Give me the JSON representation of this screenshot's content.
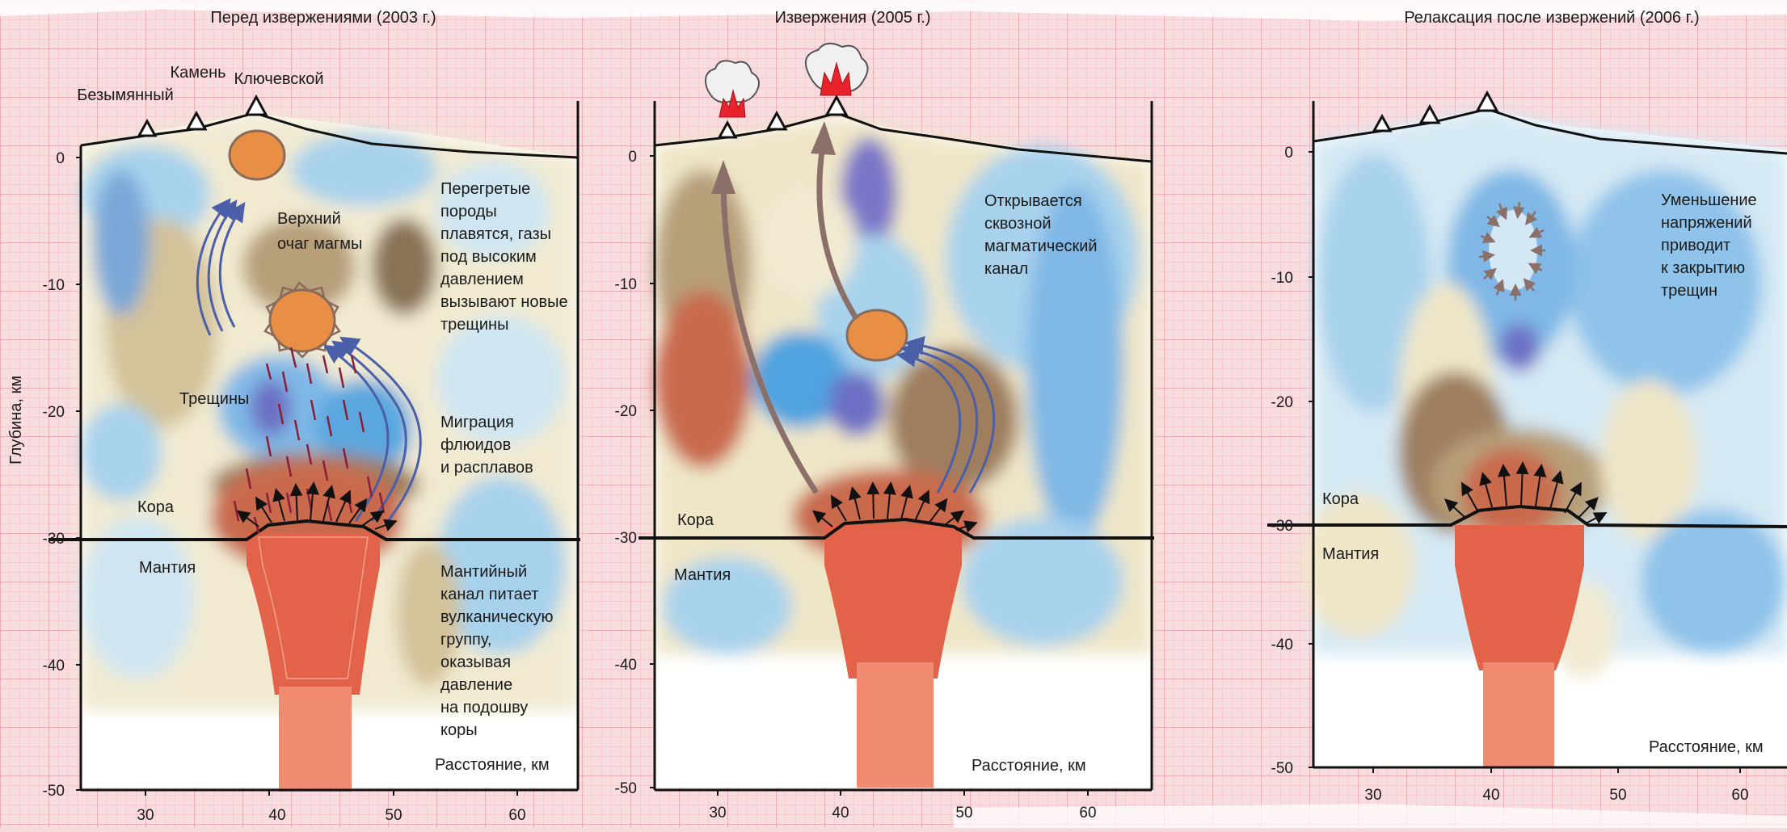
{
  "axis_title": "Глубина, км",
  "panels": [
    {
      "title": "Перед извержениями (2003 г.)",
      "volcanoes": [
        "Безымянный",
        "Камень",
        "Ключевской"
      ],
      "depth_ticks": [
        "0",
        "-10",
        "-20",
        "-30",
        "-40",
        "-50"
      ],
      "distance_ticks": [
        "30",
        "40",
        "50",
        "60"
      ],
      "distance_label": "Расстояние, км",
      "labels": {
        "upper_chamber": [
          "Верхний",
          "очаг магмы"
        ],
        "cracks": "Трещины",
        "crust": "Кора",
        "mantle": "Мантия",
        "superheated": [
          "Перегретые",
          "породы",
          "плавятся, газы",
          "под высоким",
          "давлением",
          "вызывают новые",
          "трещины"
        ],
        "migration": [
          "Миграция",
          "флюидов",
          "и расплавов"
        ],
        "mantle_channel": [
          "Мантийный",
          "канал питает",
          "вулканическую",
          "группу,",
          "оказывая",
          "давление",
          "на подошву",
          "коры"
        ]
      }
    },
    {
      "title": "Извержения (2005 г.)",
      "depth_ticks": [
        "0",
        "-10",
        "-20",
        "-30",
        "-40",
        "-50"
      ],
      "distance_ticks": [
        "30",
        "40",
        "50",
        "60"
      ],
      "distance_label": "Расстояние, км",
      "labels": {
        "opens": [
          "Открывается",
          "сквозной",
          "магматический",
          "канал"
        ],
        "crust": "Кора",
        "mantle": "Мантия"
      }
    },
    {
      "title": "Релаксация после извержений (2006 г.)",
      "depth_ticks": [
        "0",
        "-10",
        "-20",
        "-30",
        "-40",
        "-50"
      ],
      "distance_ticks": [
        "30",
        "40",
        "50",
        "60"
      ],
      "distance_label": "Расстояние, км",
      "labels": {
        "stress": [
          "Уменьшение",
          "напряжений",
          "приводит",
          "к закрытию",
          "трещин"
        ],
        "crust": "Кора",
        "mantle": "Мантия"
      }
    }
  ]
}
